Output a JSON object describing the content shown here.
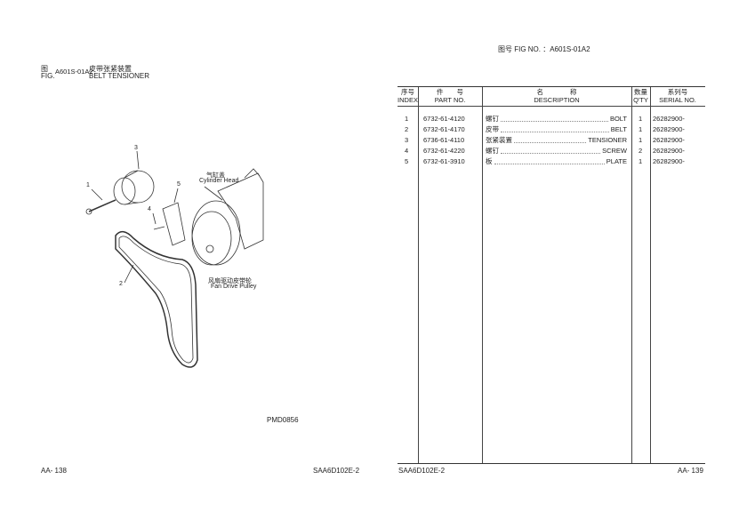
{
  "left_page": {
    "fig_cn": "图",
    "fig_en": "FIG.",
    "fig_no": "A601S-01A2",
    "title_cn": "皮带张紧装置",
    "title_en": "BELT TENSIONER",
    "callouts": [
      "1",
      "2",
      "3",
      "4",
      "5"
    ],
    "labels": {
      "cyl_cn": "气缸盖",
      "cyl_en": "Cylinder Head",
      "pulley_cn": "风扇驱动皮带轮",
      "pulley_en": "Fan Drive Pulley"
    },
    "drawing_no": "PMD0856",
    "page": "AA- 138",
    "model": "SAA6D102E-2"
  },
  "right_page": {
    "fig_header": "图号 FIG NO. ：A601S-01A2",
    "headers": {
      "index_cn": "序号",
      "index_en": "INDEX",
      "part_cn": "件　　号",
      "part_en": "PART NO.",
      "desc_cn": "名　　　　称",
      "desc_en": "DESCRIPTION",
      "qty_cn": "数量",
      "qty_en": "Q'TY",
      "serial_cn": "系列号",
      "serial_en": "SERIAL NO."
    },
    "rows": [
      {
        "index": "1",
        "part": "6732-61-4120",
        "cn": "螺钉",
        "en": "BOLT",
        "qty": "1",
        "serial": "26282900-"
      },
      {
        "index": "2",
        "part": "6732-61-4170",
        "cn": "皮带",
        "en": "BELT",
        "qty": "1",
        "serial": "26282900-"
      },
      {
        "index": "3",
        "part": "6736-61-4110",
        "cn": "张紧装置",
        "en": "TENSIONER",
        "qty": "1",
        "serial": "26282900-"
      },
      {
        "index": "4",
        "part": "6732-61-4220",
        "cn": "螺钉",
        "en": "SCREW",
        "qty": "2",
        "serial": "26282900-"
      },
      {
        "index": "5",
        "part": "6732-61-3910",
        "cn": "板",
        "en": "PLATE",
        "qty": "1",
        "serial": "26282900-"
      }
    ],
    "model": "SAA6D102E-2",
    "page": "AA- 139"
  }
}
